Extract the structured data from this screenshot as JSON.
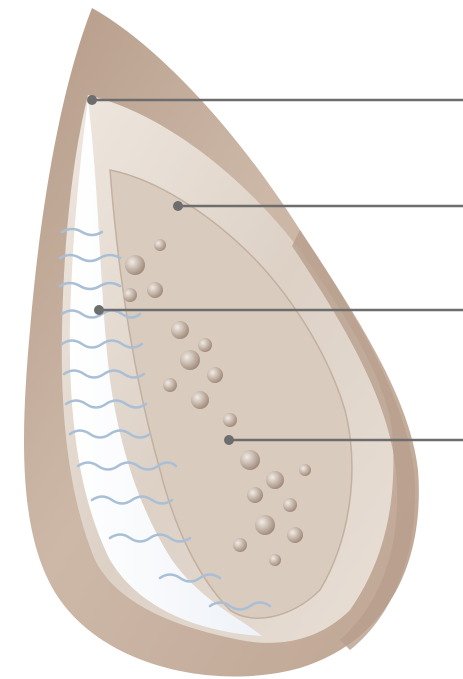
{
  "figure": {
    "subject": "breast-prosthesis-cross-section",
    "callouts": [
      {
        "id": "outer-shell"
      },
      {
        "id": "structured-layer"
      },
      {
        "id": "air-channel-layer"
      },
      {
        "id": "inner-structure"
      }
    ],
    "colors": {
      "shell": "#c9b3a3",
      "shell_dark": "#a88f7d",
      "inner": "#d8ccc0",
      "inner_light": "#ece5dd",
      "air_layer": "#f4f6fb",
      "wave": "#a9bfd6",
      "leader_line": "#6d6d6d",
      "marker": "#6d6d6d"
    },
    "icons": [
      "flow-wave-icon"
    ]
  }
}
